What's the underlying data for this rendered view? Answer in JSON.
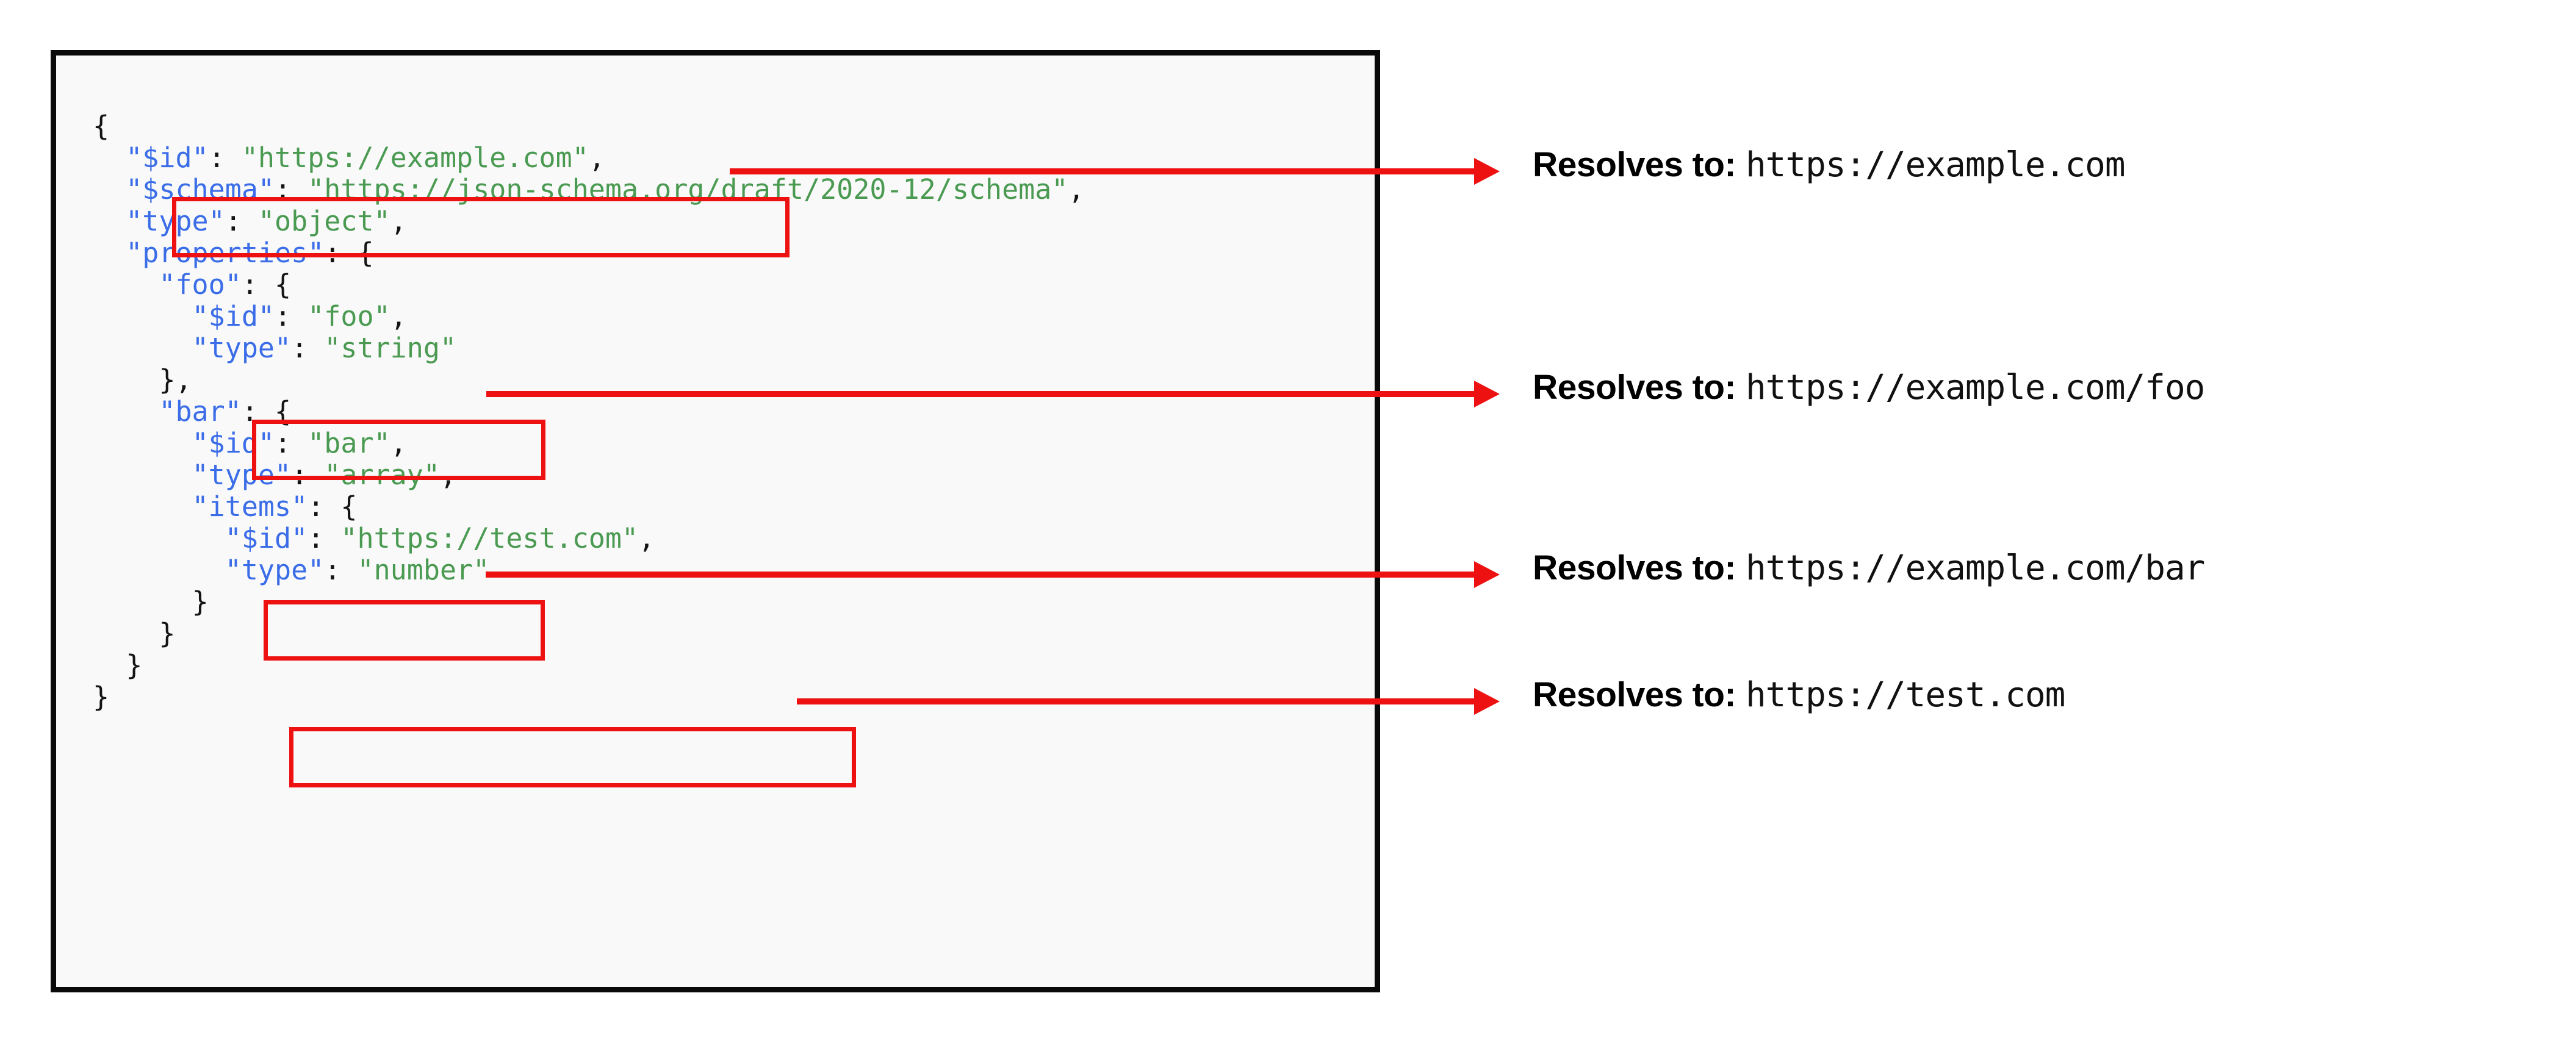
{
  "panel": {
    "name": "json-schema-code-panel",
    "background_color": "#f9f9f9",
    "border_color": "#0a0a0a"
  },
  "colors": {
    "key_blue": "#3b6de8",
    "string_green": "#4a9a52",
    "punct_black": "#141414",
    "highlight_red": "#ee1111",
    "panel_bg": "#f9f9f9",
    "panel_border": "#0a0a0a"
  },
  "code": {
    "language": "json",
    "lines": [
      {
        "indent": 0,
        "text": "{"
      },
      {
        "indent": 1,
        "key": "\"$id\"",
        "sep": ": ",
        "value": "\"https://example.com\"",
        "trail": ","
      },
      {
        "indent": 1,
        "key": "\"$schema\"",
        "sep": ": ",
        "value": "\"https://json-schema.org/draft/2020-12/schema\"",
        "trail": ","
      },
      {
        "indent": 1,
        "key": "\"type\"",
        "sep": ": ",
        "value": "\"object\"",
        "trail": ","
      },
      {
        "indent": 1,
        "key": "\"properties\"",
        "sep": ": ",
        "value": "",
        "trail": "{"
      },
      {
        "indent": 2,
        "key": "\"foo\"",
        "sep": ": ",
        "value": "",
        "trail": "{"
      },
      {
        "indent": 3,
        "key": "\"$id\"",
        "sep": ": ",
        "value": "\"foo\"",
        "trail": ","
      },
      {
        "indent": 3,
        "key": "\"type\"",
        "sep": ": ",
        "value": "\"string\"",
        "trail": ""
      },
      {
        "indent": 2,
        "text": "},"
      },
      {
        "indent": 2,
        "key": "\"bar\"",
        "sep": ": ",
        "value": "",
        "trail": "{"
      },
      {
        "indent": 3,
        "key": "\"$id\"",
        "sep": ": ",
        "value": "\"bar\"",
        "trail": ","
      },
      {
        "indent": 3,
        "key": "\"type\"",
        "sep": ": ",
        "value": "\"array\"",
        "trail": ","
      },
      {
        "indent": 3,
        "key": "\"items\"",
        "sep": ": ",
        "value": "",
        "trail": "{"
      },
      {
        "indent": 4,
        "key": "\"$id\"",
        "sep": ": ",
        "value": "\"https://test.com\"",
        "trail": ","
      },
      {
        "indent": 4,
        "key": "\"type\"",
        "sep": ": ",
        "value": "\"number\"",
        "trail": ""
      },
      {
        "indent": 3,
        "text": "}"
      },
      {
        "indent": 2,
        "text": "}"
      },
      {
        "indent": 1,
        "text": "}"
      },
      {
        "indent": 0,
        "text": "}"
      }
    ],
    "raw": "{\n  \"$id\": \"https://example.com\",\n  \"$schema\": \"https://json-schema.org/draft/2020-12/schema\",\n  \"type\": \"object\",\n  \"properties\": {\n    \"foo\": {\n      \"$id\": \"foo\",\n      \"type\": \"string\"\n    },\n    \"bar\": {\n      \"$id\": \"bar\",\n      \"type\": \"array\",\n      \"items\": {\n        \"$id\": \"https://test.com\",\n        \"type\": \"number\"\n      }\n    }\n  }\n}"
  },
  "annotations": [
    {
      "label": "Resolves to:",
      "url": "https://example.com",
      "source_line": "\"$id\": \"https://example.com\","
    },
    {
      "label": "Resolves to:",
      "url": "https://example.com/foo",
      "source_line": "\"$id\": \"foo\","
    },
    {
      "label": "Resolves to:",
      "url": "https://example.com/bar",
      "source_line": "\"$id\": \"bar\","
    },
    {
      "label": "Resolves to:",
      "url": "https://test.com",
      "source_line": "\"$id\": \"https://test.com\","
    }
  ]
}
